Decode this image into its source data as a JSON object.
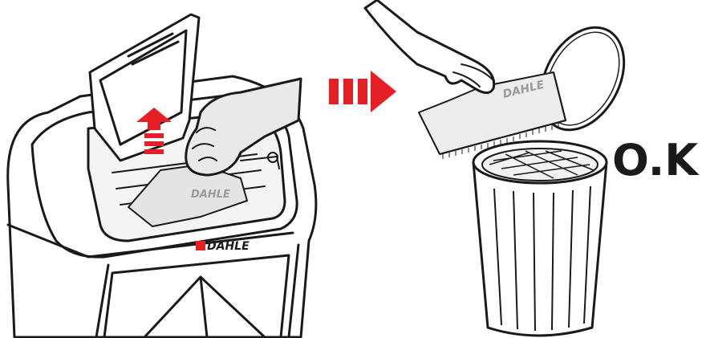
{
  "shredder": {
    "brand_logo": "DAHLE",
    "bag_logo": "DAHLE"
  },
  "bag": {
    "logo": "DAHLE"
  },
  "status": {
    "label": "O.K."
  },
  "colors": {
    "arrow_red": "#e41f26",
    "line": "#1a1a1a",
    "hand_fill": "#e9e9e9",
    "bag_fill": "#ececec",
    "paper_fill": "#dcdcdc"
  },
  "icons": {
    "lift_arrow": "up-arrow-icon",
    "direction_arrow": "right-arrow-icon"
  }
}
